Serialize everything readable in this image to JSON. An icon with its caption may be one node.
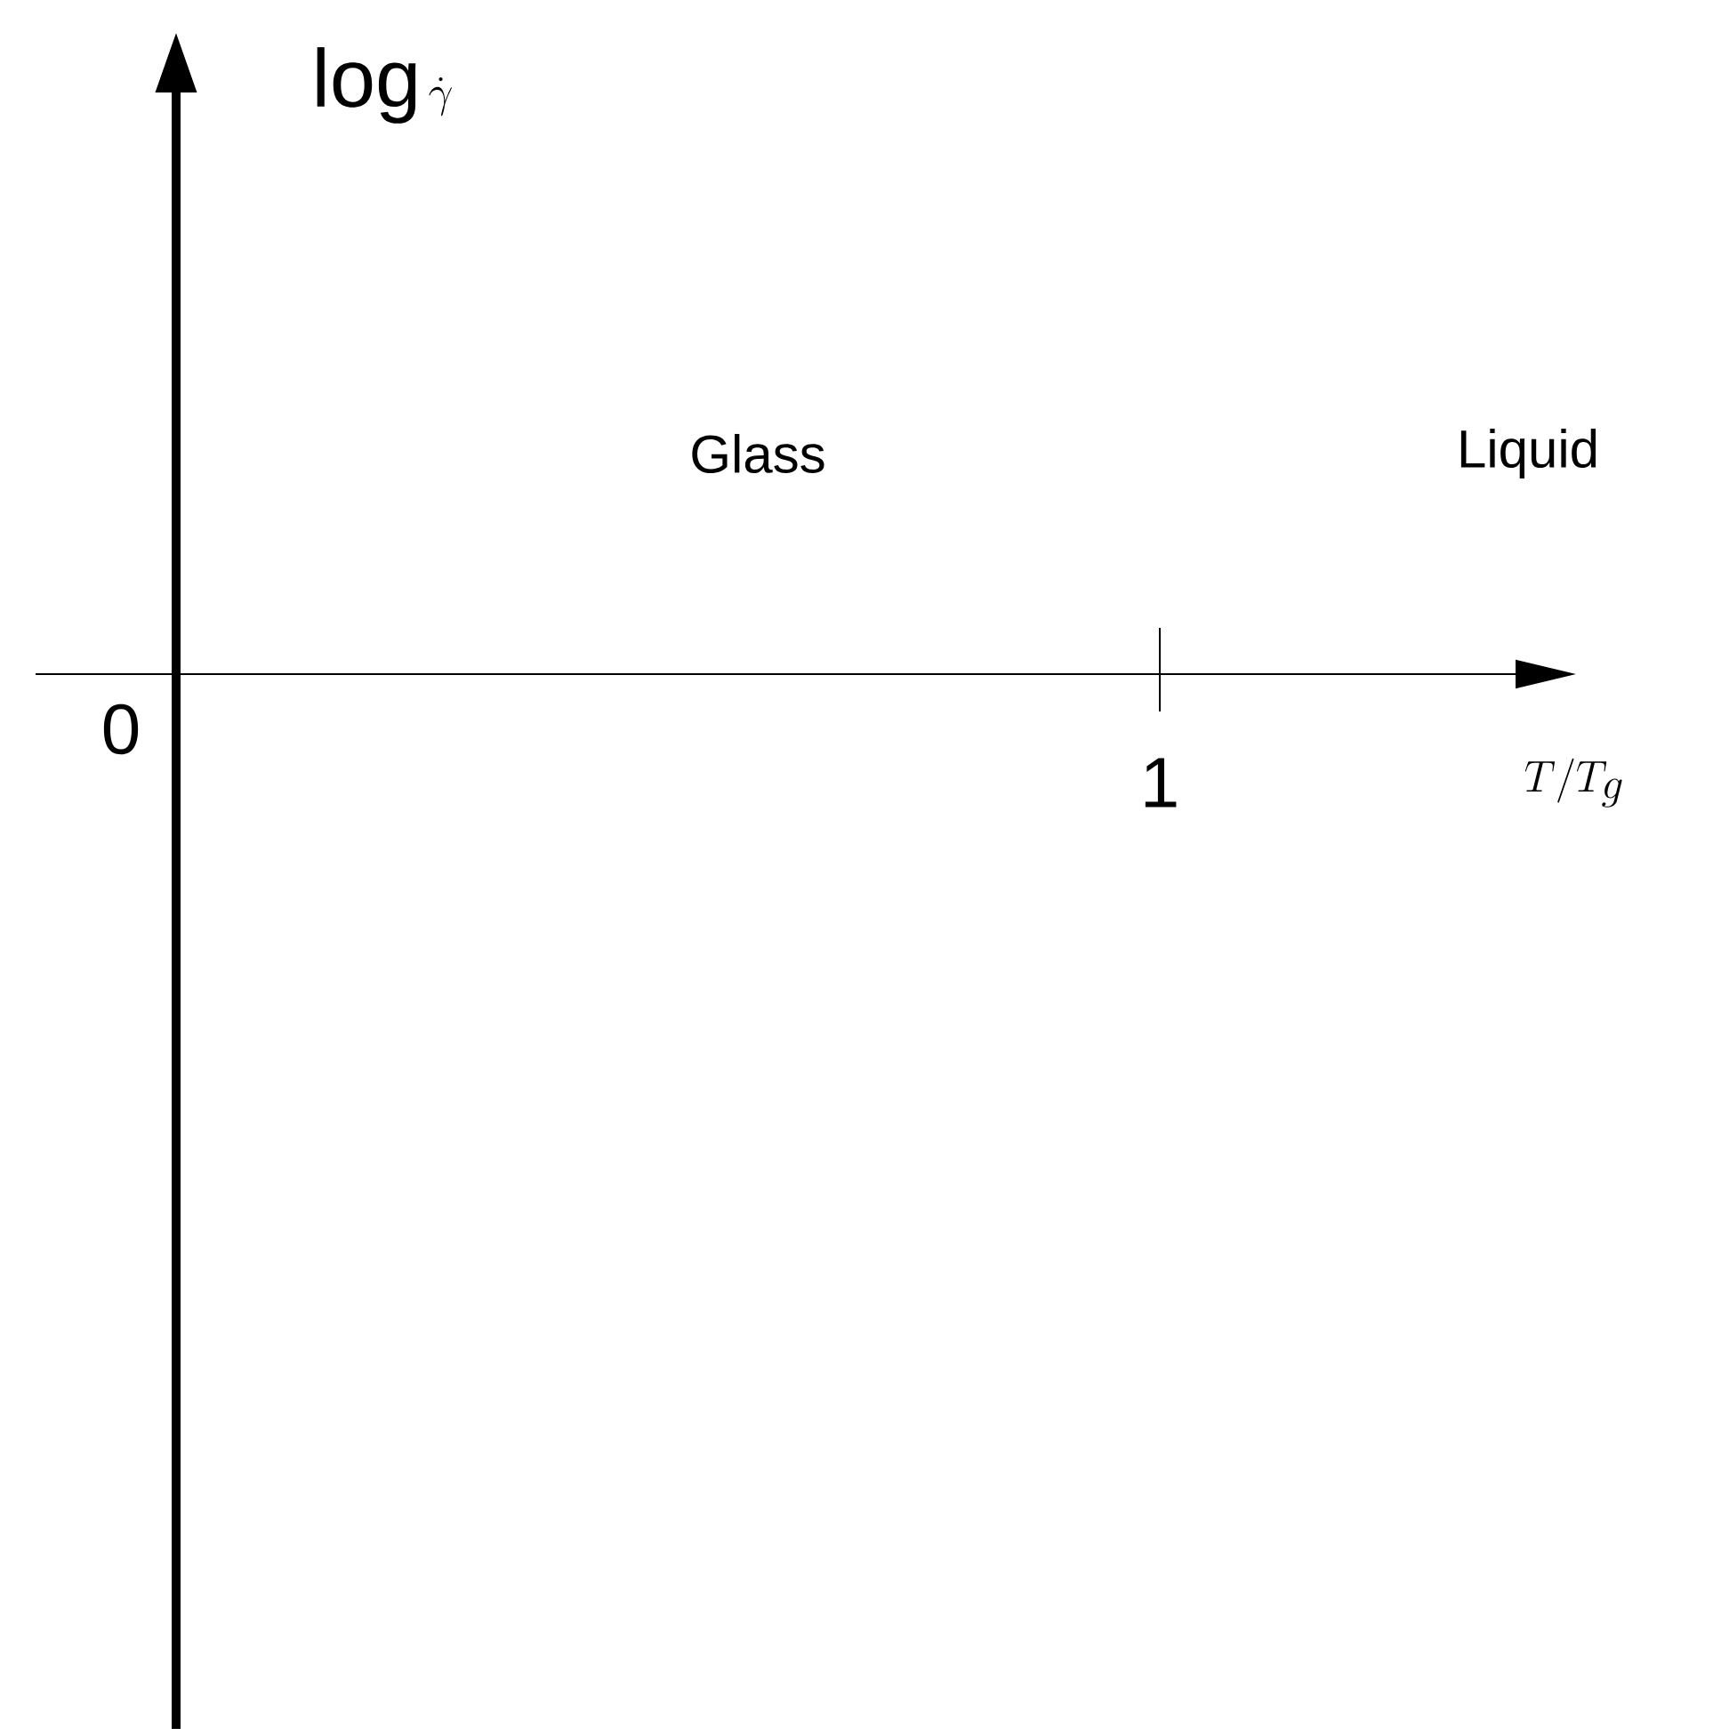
{
  "diagram": {
    "labels": [
      "\\log \\dot{\\gamma}",
      "Glass",
      "Liquid",
      "0",
      "1",
      "T/T_{g}"
    ]
  }
}
